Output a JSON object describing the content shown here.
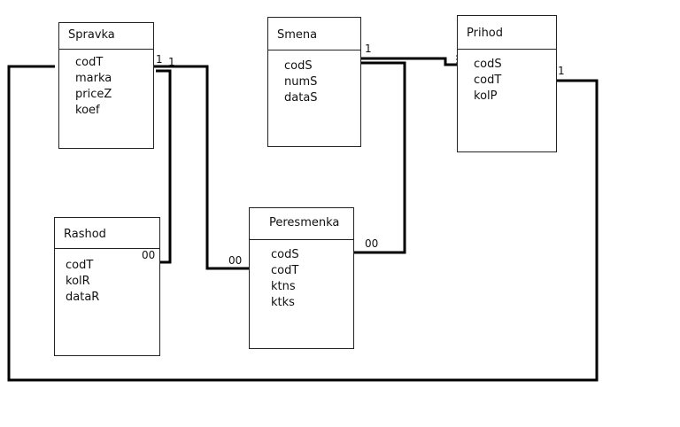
{
  "tables": {
    "spravka": {
      "title": "Spravka",
      "fields": [
        "codT",
        "marka",
        "priceZ",
        "koef"
      ]
    },
    "smena": {
      "title": "Smena",
      "fields": [
        "codS",
        "numS",
        "dataS"
      ]
    },
    "prihod": {
      "title": "Prihod",
      "fields": [
        "codS",
        "codT",
        "kolP"
      ]
    },
    "rashod": {
      "title": "Rashod",
      "fields": [
        "codT",
        "kolR",
        "dataR"
      ]
    },
    "peresmenka": {
      "title": "Peresmenka",
      "fields": [
        "codS",
        "codT",
        "ktns",
        "ktks"
      ]
    }
  },
  "cardinality": {
    "spravka_one_a": "1",
    "spravka_one_b": "1",
    "smena_one": "1",
    "prihod_one": "1",
    "peresmenka_many": "00",
    "rashod_many": "00",
    "peresmenka_codT_many": "00"
  },
  "colors": {
    "line": "#000000",
    "border": "#222222",
    "background": "#ffffff"
  }
}
